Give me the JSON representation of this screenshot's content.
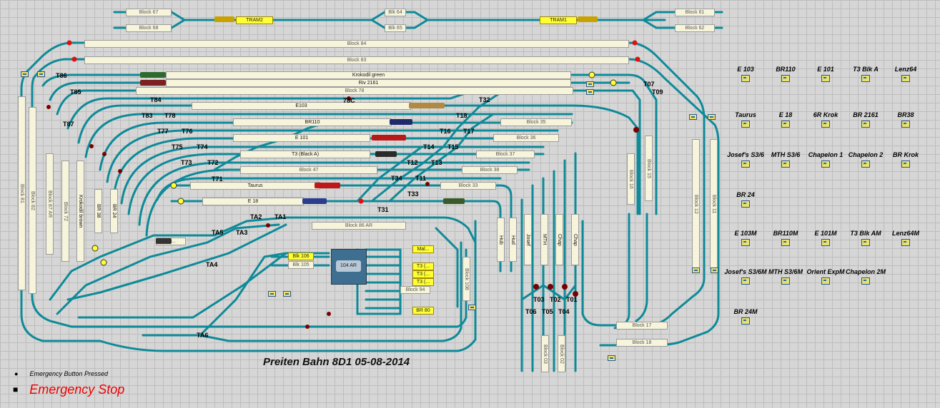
{
  "title": "Preiten Bahn 8D1 05-08-2014",
  "status": {
    "pressed_label": "Emergency Button Pressed",
    "estop_label": "Emergency Stop"
  },
  "colors": {
    "track": "#0e8a98",
    "signal_red": "#e01010",
    "signal_yellow": "#ffff33",
    "block_fill": "#f7f4dc"
  },
  "blocks": {
    "b67": "Block 67",
    "b68": "Block 68",
    "tram2": "TRAM2",
    "blk64": "Blk 64",
    "blk65": "Blk 65",
    "tram1": "TRAM1",
    "b61": "Block 61",
    "b62": "Block 62",
    "b84": "Block 84",
    "b83": "Block 83",
    "krokodil": "Krokodil green",
    "riv": "Riv 2161",
    "b78": "Block 78",
    "e103": "E103",
    "c78": "78C",
    "br110": "BR110",
    "b35": "Block 35",
    "e101": "E 101",
    "b36": "Block 36",
    "t3": "T3 (Black A)",
    "b37": "Block 37",
    "b47": "Block 47",
    "b38": "Block 38",
    "taurus": "Taurus",
    "b33": "Block 33",
    "e18": "E 18",
    "b86": "Block 86 AR",
    "blk106": "Blk 106",
    "blk105": "Blk 105",
    "hub": "104 AR",
    "mal": "Mal...",
    "t3a": "T3 (...",
    "t3b": "T3 (...",
    "t3c": "T3 (...",
    "b94": "Block 94",
    "br80": "BR 80",
    "b108": "Block 108",
    "b81": "Block 81",
    "b82": "Block 82",
    "b87": "Block 87 AR",
    "b72": "Block 72",
    "kbrown": "Krokodil brown",
    "br38": "BR 38",
    "br24": "BR 24",
    "le": "Le...",
    "b16": "Block 16",
    "b15": "Block 15",
    "b12": "Block 12",
    "b11": "Block 11",
    "b17": "Block 17",
    "b18": "Block 18",
    "b03": "Block 03",
    "b02": "Block 02",
    "hub1": "Hub",
    "hud": "Hud",
    "josef": "Josef",
    "mth": "MTH",
    "chap1": "Chap",
    "chap2": "Chap"
  },
  "turnouts": {
    "t86": "T86",
    "t85": "T85",
    "t84": "T84",
    "t83": "T83",
    "t78": "T78",
    "t77": "T77",
    "t76": "T76",
    "t75": "T75",
    "t74": "T74",
    "t73": "T73",
    "t72": "T72",
    "t71": "T71",
    "t87": "T87",
    "t32": "T32",
    "t18": "T18",
    "t16": "T16",
    "t17": "T17",
    "t14": "T14",
    "t15": "T15",
    "t12": "T12",
    "t13": "T13",
    "t34": "T34",
    "t11": "T11",
    "t33": "T33",
    "t31": "T31",
    "t07": "T07",
    "t09": "T09",
    "ta1": "TA1",
    "ta2": "TA2",
    "ta3": "TA3",
    "ta4": "TA4",
    "ta5": "TA5",
    "ta6": "TA6",
    "t06": "T06",
    "t05": "T05",
    "t04": "T04",
    "t03": "T03",
    "t02": "T02",
    "t01": "T01"
  },
  "loco_panel": [
    [
      "E 103",
      "BR110",
      "E 101",
      "T3 Blk A",
      "Lenz64"
    ],
    [
      "Taurus",
      "E 18",
      "6R Krok",
      "BR 2161",
      "BR38"
    ],
    [
      "Josef's S3/6",
      "MTH S3/6",
      "Chapelon 1",
      "Chapelon 2",
      "BR Krok"
    ],
    [
      "BR 24",
      "",
      "",
      "",
      ""
    ],
    [
      "E 103M",
      "BR110M",
      "E 101M",
      "T3 Blk AM",
      "Lenz64M"
    ],
    [
      "Josef's S3/6M",
      "MTH S3/6M",
      "Orient ExpM",
      "Chapelon 2M",
      ""
    ],
    [
      "BR 24M",
      "",
      "",
      "",
      ""
    ]
  ]
}
